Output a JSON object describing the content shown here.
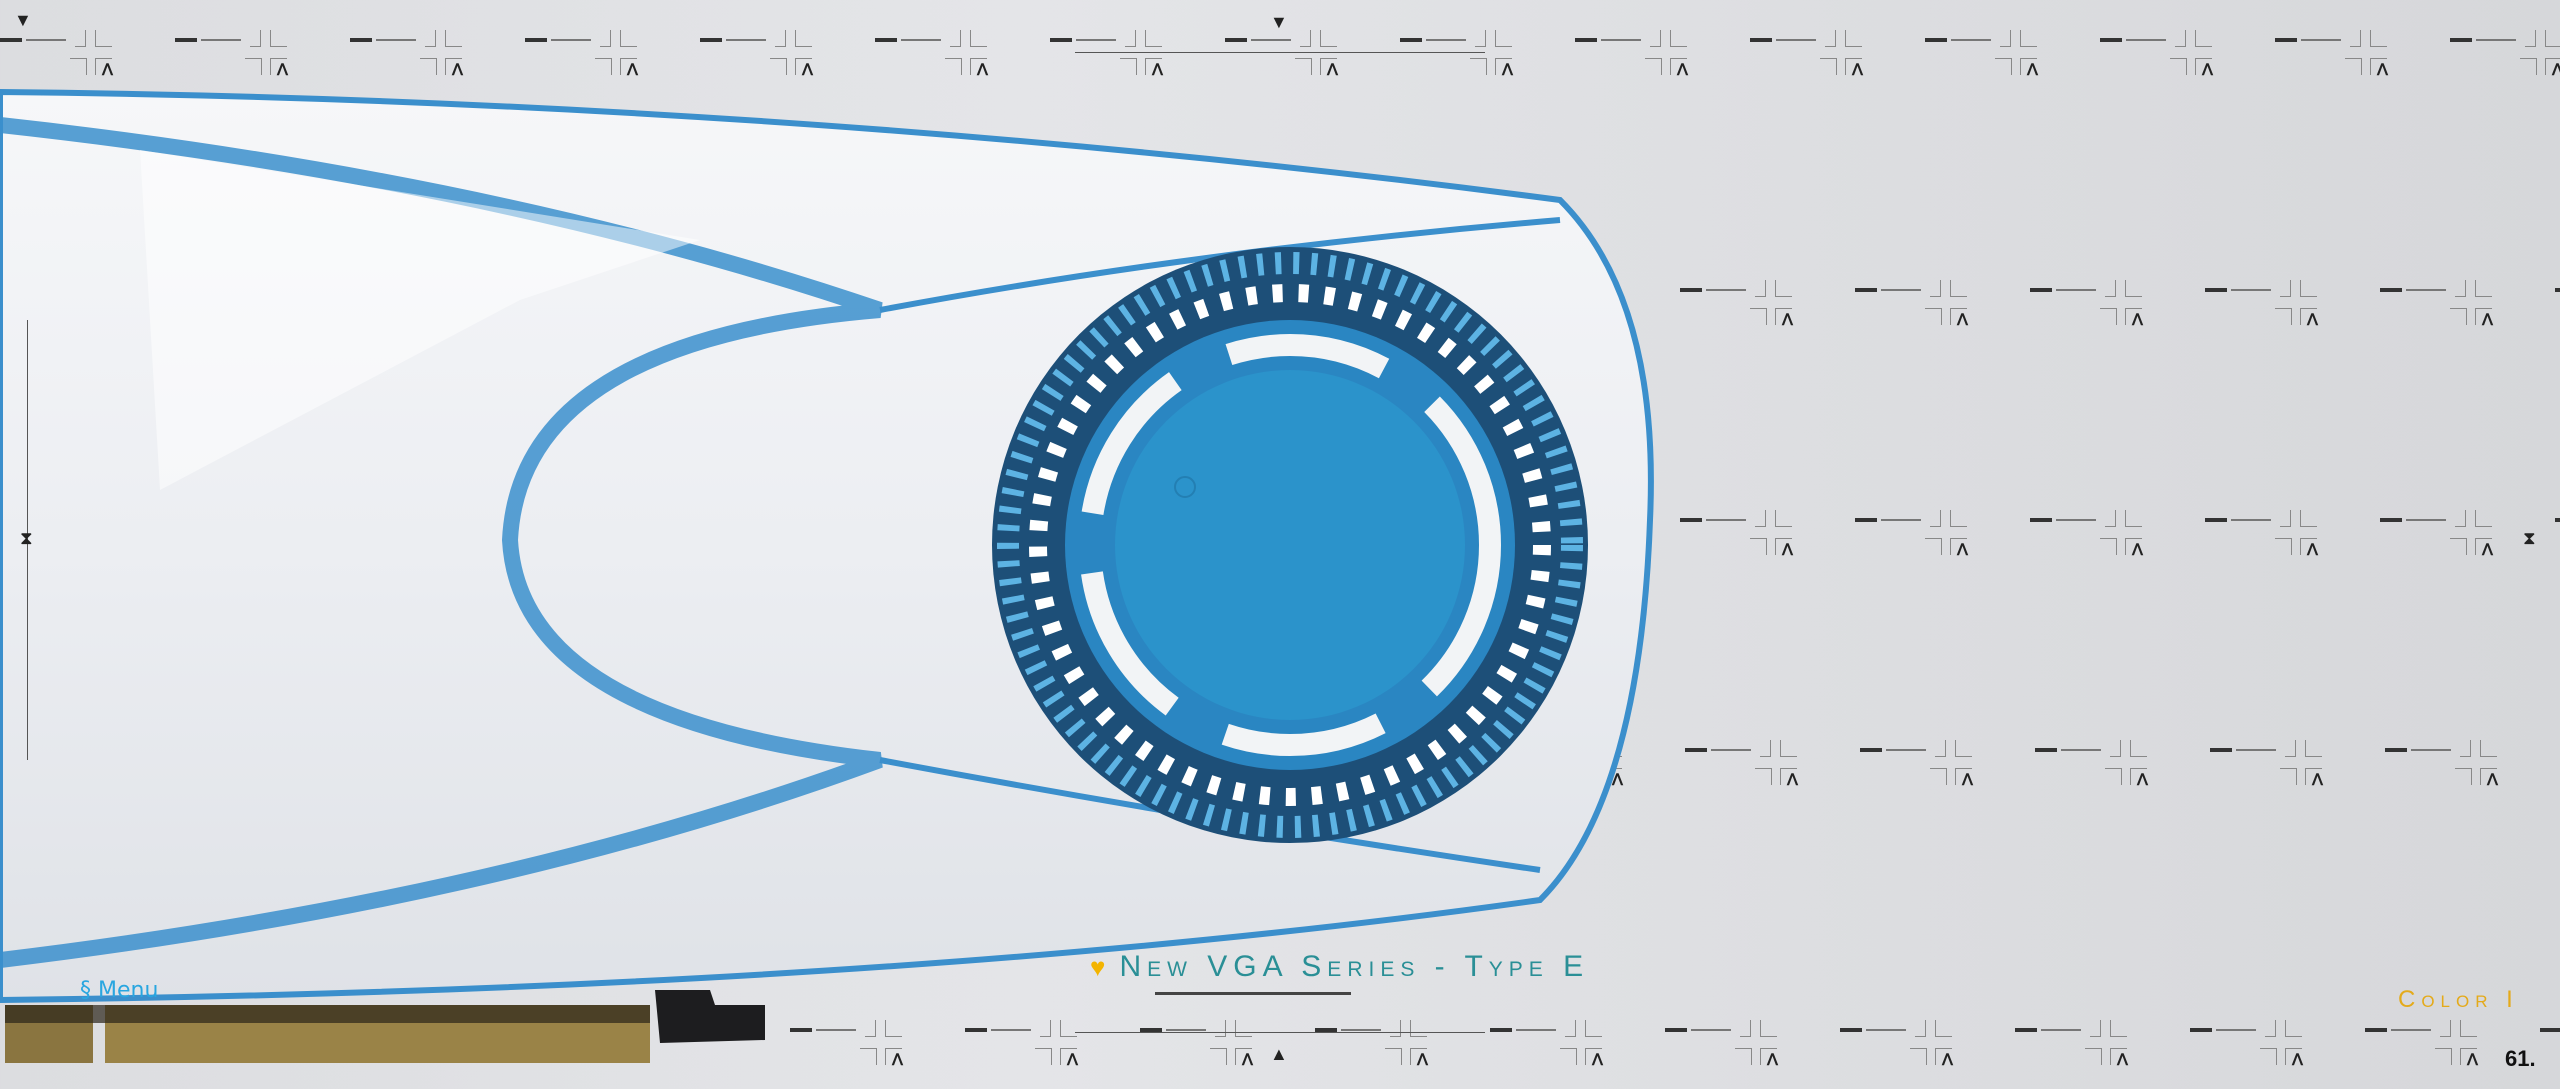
{
  "menu": {
    "label": "§ Menu"
  },
  "title": {
    "text": "New VGA Series - Type E",
    "pin_icon": "map-pin-icon"
  },
  "color_label": "Color I",
  "page_number": "61.",
  "colors": {
    "accent_blue": "#2e8fc8",
    "title_teal": "#2a8f96",
    "gold": "#e4aa1a",
    "background": "#dedfe2"
  }
}
